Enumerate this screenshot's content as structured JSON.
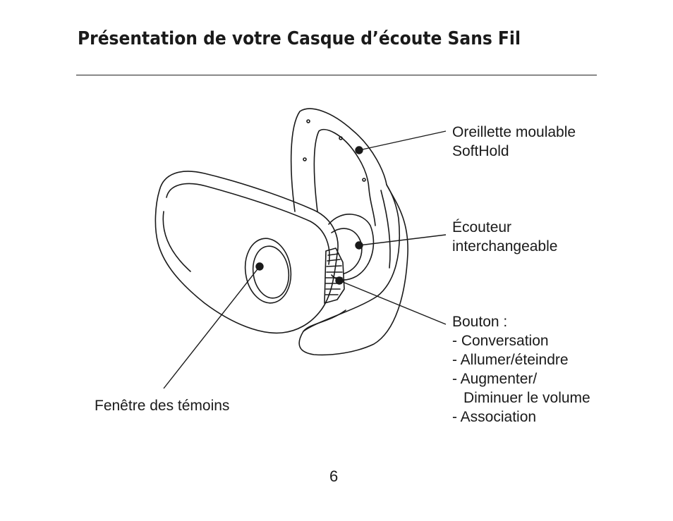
{
  "header": {
    "title": "Présentation de votre Casque d’écoute Sans Fil"
  },
  "callouts": {
    "earhook": {
      "line1": "Oreillette moulable",
      "line2": "SoftHold"
    },
    "eartip": {
      "line1": "Écouteur",
      "line2": "interchangeable"
    },
    "button": {
      "heading": "Bouton :",
      "items": [
        "- Conversation",
        "- Allumer/éteindre",
        "- Augmenter/",
        "Diminuer le volume",
        "- Association"
      ]
    },
    "indicator": {
      "label": "Fenêtre des témoins"
    }
  },
  "footer": {
    "page_number": "6"
  }
}
